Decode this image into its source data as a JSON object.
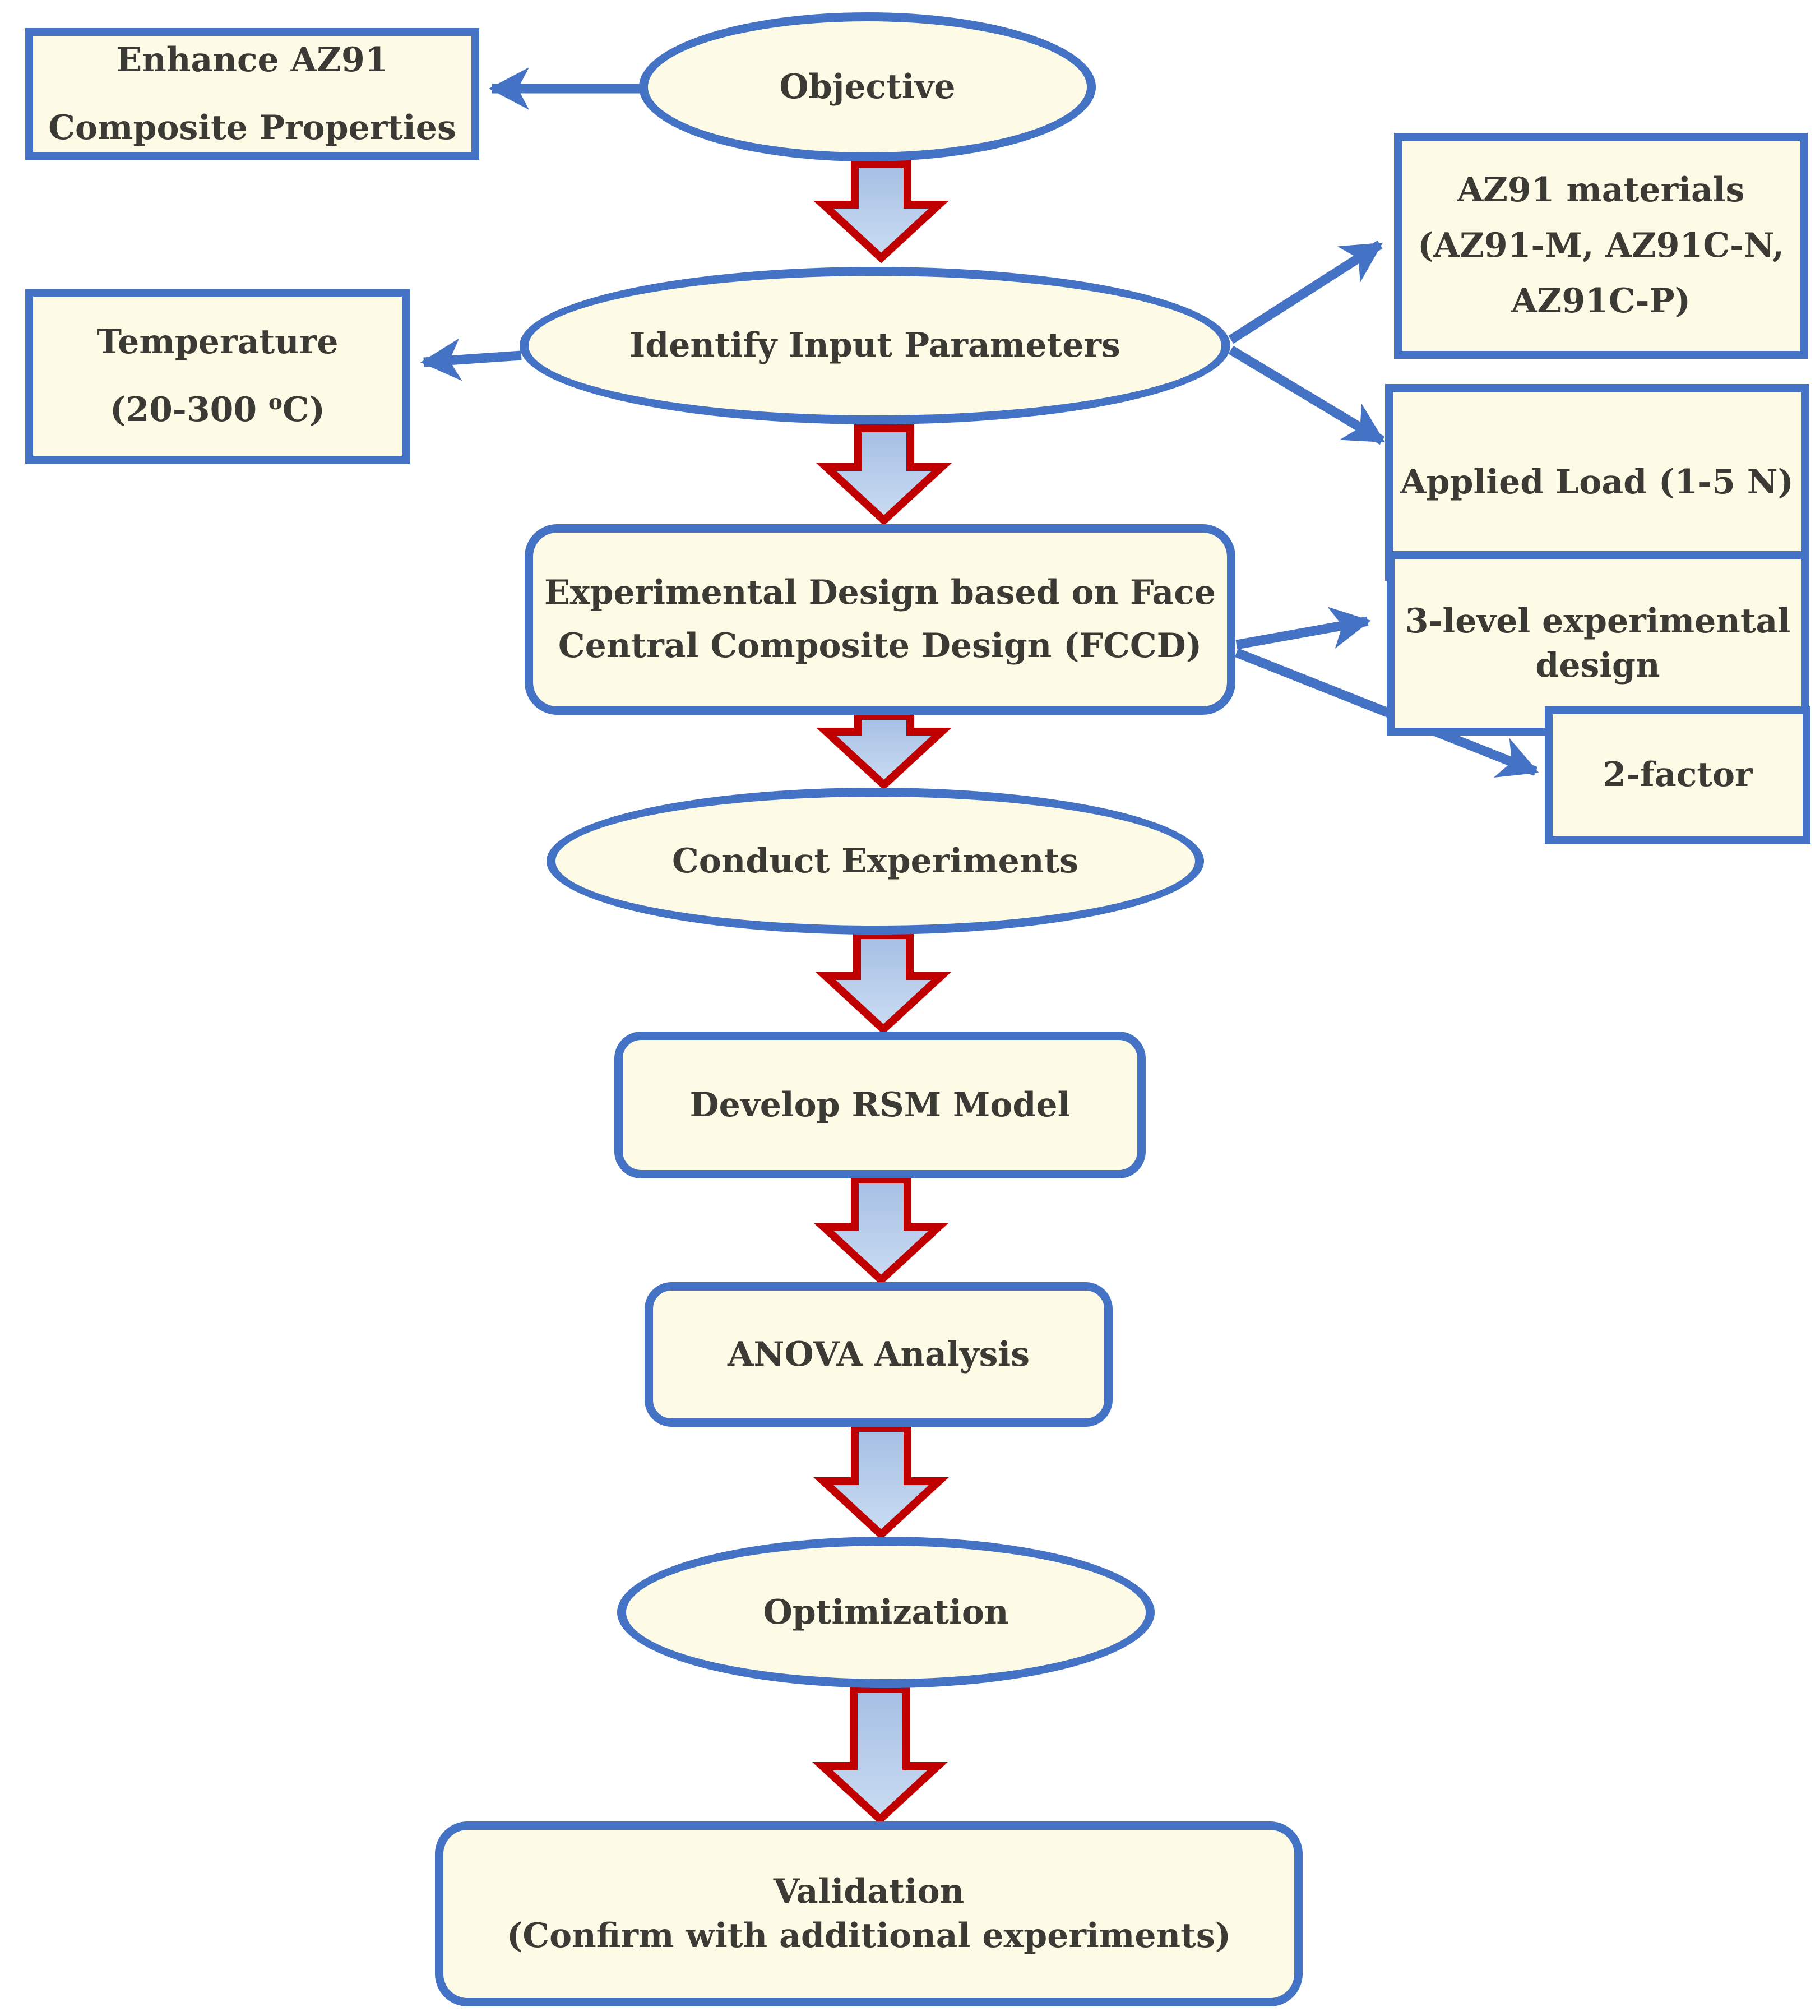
{
  "diagram": {
    "title": "RSM optimization methodology flowchart for AZ91 composites",
    "colors": {
      "border_blue": "#4472C4",
      "arrow_red": "#C00000",
      "node_fill": "#FDFAE6",
      "text_color": "#3B3A34",
      "arrow_fill_top": "#A5BFE4",
      "arrow_fill_bottom": "#CADCF2"
    },
    "nodes": {
      "objective": {
        "label": "Objective"
      },
      "enhance": {
        "lines": [
          "Enhance AZ91",
          "Composite Properties"
        ]
      },
      "identify": {
        "label": "Identify Input Parameters"
      },
      "temperature": {
        "line1": "Temperature",
        "range_open": "(20-300 ",
        "degree_sup": "o",
        "range_close": "C)"
      },
      "az91_materials": {
        "lines": [
          "AZ91 materials",
          "(AZ91-M, AZ91C-N,",
          "AZ91C-P)"
        ]
      },
      "applied_load": {
        "label": "Applied Load (1-5 N)"
      },
      "fccd": {
        "lines": [
          "Experimental Design based on Face",
          "Central Composite Design (FCCD)"
        ]
      },
      "three_level": {
        "lines": [
          "3-level experimental",
          "design"
        ]
      },
      "two_factor": {
        "label": "2-factor"
      },
      "conduct": {
        "label": "Conduct Experiments"
      },
      "develop_rsm": {
        "label": "Develop RSM Model"
      },
      "anova": {
        "label": "ANOVA Analysis"
      },
      "optimization": {
        "label": "Optimization"
      },
      "validation": {
        "lines": [
          "Validation",
          "(Confirm with additional experiments)"
        ]
      }
    }
  }
}
